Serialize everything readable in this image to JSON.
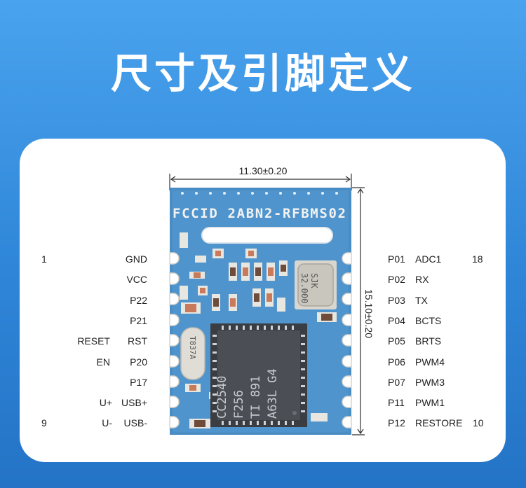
{
  "title": "尺寸及引脚定义",
  "dimensions": {
    "width": "11.30±0.20",
    "height": "15.10±0.20"
  },
  "module_text": {
    "fcc": "FCCID 2ABN2-RFBMS02",
    "crystal": [
      "SJK",
      "32.000"
    ],
    "crystal_small": "T837A",
    "chip": [
      "CC2540",
      "F256",
      "TI 891",
      "A63L G4"
    ]
  },
  "pins_left": [
    {
      "num": "1",
      "alt": "",
      "name": "GND"
    },
    {
      "num": "",
      "alt": "",
      "name": "VCC"
    },
    {
      "num": "",
      "alt": "",
      "name": "P22"
    },
    {
      "num": "",
      "alt": "",
      "name": "P21"
    },
    {
      "num": "",
      "alt": "RESET",
      "name": "RST"
    },
    {
      "num": "",
      "alt": "EN",
      "name": "P20"
    },
    {
      "num": "",
      "alt": "",
      "name": "P17"
    },
    {
      "num": "",
      "alt": "U+",
      "name": "USB+"
    },
    {
      "num": "9",
      "alt": "U-",
      "name": "USB-"
    }
  ],
  "pins_right": [
    {
      "port": "P01",
      "func": "ADC1",
      "num": "18"
    },
    {
      "port": "P02",
      "func": "RX",
      "num": ""
    },
    {
      "port": "P03",
      "func": "TX",
      "num": ""
    },
    {
      "port": "P04",
      "func": "BCTS",
      "num": ""
    },
    {
      "port": "P05",
      "func": "BRTS",
      "num": ""
    },
    {
      "port": "P06",
      "func": "PWM4",
      "num": ""
    },
    {
      "port": "P07",
      "func": "PWM3",
      "num": ""
    },
    {
      "port": "P11",
      "func": "PWM1",
      "num": ""
    },
    {
      "port": "P12",
      "func": "RESTORE",
      "num": "10"
    }
  ],
  "colors": {
    "pcb": "#4a8cc4",
    "chip": "#4b4e54",
    "pad": "#e8e6e0"
  }
}
